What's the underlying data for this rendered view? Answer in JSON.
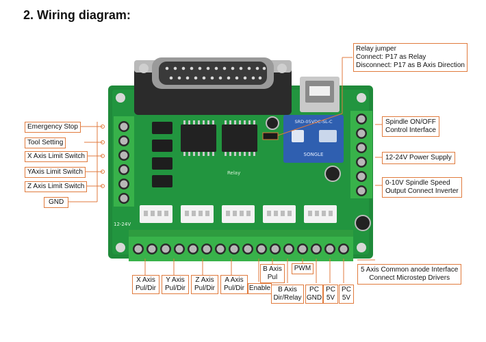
{
  "heading": "2. Wiring diagram:",
  "left_labels": [
    "Emergency Stop",
    "Tool Setting",
    "X Axis Limit Switch",
    "YAxis Limit Switch",
    "Z Axis Limit Switch",
    "GND"
  ],
  "relay": {
    "line1": "Relay jumper",
    "line2": "Connect: P17 as Relay",
    "line3": "Disconnect: P17 as B Axis Direction"
  },
  "right_labels": {
    "spindle_onoff": [
      "Spindle ON/OFF",
      "Control Interface"
    ],
    "power": "12-24V Power Supply",
    "spindle_speed": [
      "0-10V Spindle Speed",
      "Output Connect Inverter"
    ],
    "common_anode": [
      "5 Axis Common anode Interface",
      "Connect Microstep Drivers"
    ]
  },
  "bottom_labels": {
    "x_axis": [
      "X Axis",
      "Pul/Dir"
    ],
    "y_axis": [
      "Y Axis",
      "Pul/Dir"
    ],
    "z_axis": [
      "Z Axis",
      "Pul/Dir"
    ],
    "a_axis": [
      "A Axis",
      "Pul/Dir"
    ],
    "enable": "Enable",
    "b_pul": [
      "B Axis",
      "Pul"
    ],
    "b_dir": [
      "B Axis",
      "Dir/Relay"
    ],
    "pwm": "PWM",
    "pc_gnd": [
      "PC",
      "GND"
    ],
    "pc_5v_1": [
      "PC",
      "5V"
    ],
    "pc_5v_2": [
      "PC",
      "5V"
    ]
  },
  "board": {
    "power_label": "12-24V",
    "relay_text": "SRD-05VDC-SL-C",
    "relay_brand": "SONGLE",
    "relay_mark": "Relay"
  },
  "colors": {
    "label_border": "#e07a3c",
    "pcb": "#1f8a3a",
    "terminal": "#38b24a",
    "connector": "#2b2b2b",
    "relay": "#2f5fb0"
  }
}
